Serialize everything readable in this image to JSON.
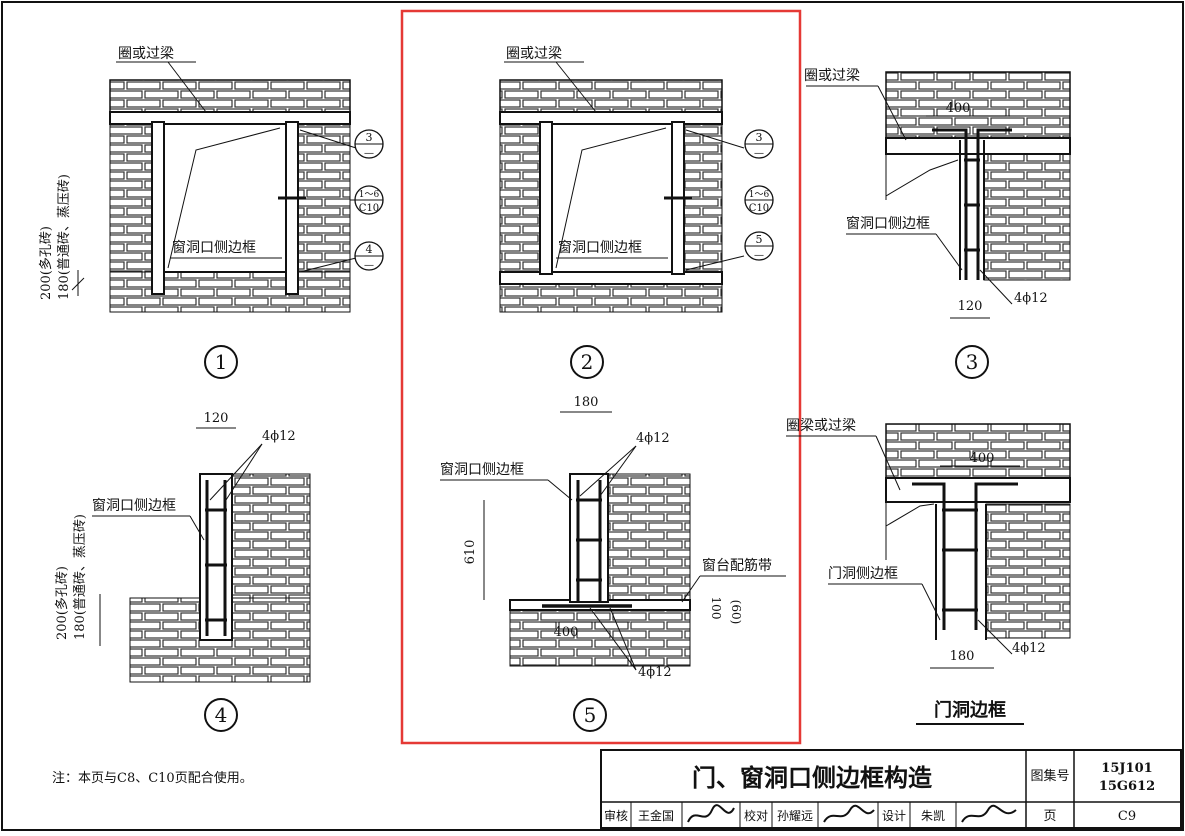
{
  "labels": {
    "ring_or_lintel": "圈或过梁",
    "ring_beam_or_lintel": "圈梁或过梁",
    "window_side_frame": "窗洞口侧边框",
    "door_side_frame": "门洞侧边框",
    "sill_rebar_band": "窗台配筋带",
    "door_frame_title": "门洞边框",
    "wall_thickness_note": [
      "200(多孔砖)",
      "180(普通砖、蒸压砖)"
    ]
  },
  "callouts": {
    "c3": {
      "top": "3",
      "bottom": "—"
    },
    "c4": {
      "top": "4",
      "bottom": "—"
    },
    "c5": {
      "top": "5",
      "bottom": "—"
    },
    "c16": {
      "top": "1～6",
      "bottom": "C10"
    }
  },
  "dims": {
    "d120": "120",
    "d180": "180",
    "d400": "400",
    "d610": "610",
    "d100": "100",
    "d60": "(60)",
    "rebar": "4ϕ12"
  },
  "figure_numbers": [
    "1",
    "2",
    "3",
    "4",
    "5"
  ],
  "note": "注：本页与C8、C10页配合使用。",
  "title_block": {
    "title": "门、窗洞口侧边框构造",
    "atlas_label": "图集号",
    "atlas_numbers": [
      "15J101",
      "15G612"
    ],
    "review_label": "审核",
    "reviewer": "王金国",
    "check_label": "校对",
    "checker": "孙耀远",
    "design_label": "设计",
    "designer": "朱凯",
    "page_label": "页",
    "page": "C9"
  },
  "colors": {
    "highlight": "#e53935",
    "ink": "#111111",
    "grid": "#333333"
  }
}
